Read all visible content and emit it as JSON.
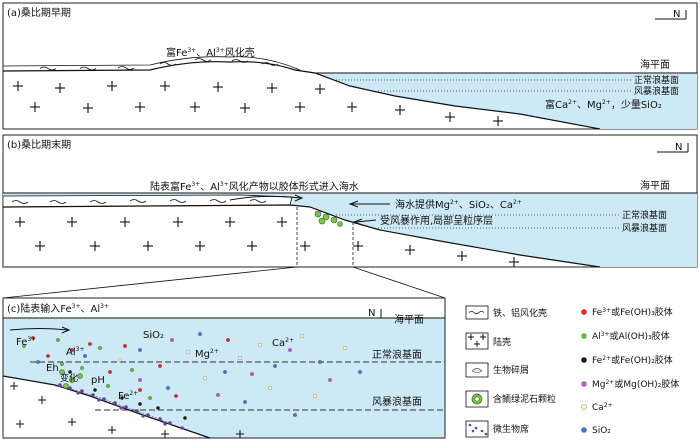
{
  "panel_a": {
    "title": "(a)桑比期早期",
    "north": "N",
    "weathering_crust": {
      "prefix": "富Fe",
      "sup1": "3+",
      "mid": "、Al",
      "sup2": "3+",
      "suffix": "风化壳"
    },
    "sea_level": "海平面",
    "normal_wave_base": "正常浪基面",
    "storm_wave_base": "风暴浪基面",
    "ions": {
      "p1": "富Ca",
      "s1": "2+",
      "p2": "、Mg",
      "s2": "2+",
      "p3": "，少量SiO₂"
    }
  },
  "panel_b": {
    "title": "(b)桑比期末期",
    "north": "N",
    "colloid_input": {
      "p1": "陆表富Fe",
      "s1": "3+",
      "p2": "、Al",
      "s2": "3+",
      "p3": "风化产物以胶体形式进入海水"
    },
    "sea_supply": {
      "p1": "海水提供Mg",
      "s1": "2+",
      "p2": "、SiO₂、Ca",
      "s2": "2+"
    },
    "storm_note": "受风暴作用,局部呈粒序层",
    "sea_level": "海平面",
    "normal_wave_base": "正常浪基面",
    "storm_wave_base": "风暴浪基面"
  },
  "panel_c": {
    "title": {
      "p1": "(c)陆表输入Fe",
      "s1": "3+",
      "p2": "、Al",
      "s2": "3+"
    },
    "north": "N",
    "sea_level": "海平面",
    "normal_wave_base": "正常浪基面",
    "storm_wave_base": "风暴浪基面",
    "fe": {
      "base": "Fe",
      "sup": "3+"
    },
    "al": {
      "base": "Al",
      "sup": "3+"
    },
    "sio2": "SiO₂",
    "mg": {
      "base": "Mg",
      "sup": "2+"
    },
    "ca": {
      "base": "Ca",
      "sup": "2+"
    },
    "eh": "Eh",
    "eh_changes": "变化",
    "ph": "pH",
    "fe2": {
      "base": "Fe",
      "sup": "2+"
    }
  },
  "legend": {
    "weathering": "铁、铝风化壳",
    "crust": "陆壳",
    "bio_debris": "生物碎屑",
    "ooid": "含鲕绿泥石颗粒",
    "microbial_mat": "微生物席",
    "fe3": {
      "p1": "Fe",
      "s1": "3+",
      "p2": "或Fe(OH)₃胶体"
    },
    "al3": {
      "p1": "Al",
      "s1": "3+",
      "p2": "或Al(OH)₃胶体"
    },
    "fe2": {
      "p1": "Fe",
      "s1": "2+",
      "p2": "或Fe(OH)₂胶体"
    },
    "mg2": {
      "p1": "Mg",
      "s1": "2+",
      "p2": "或Mg(OH)₂胶体"
    },
    "ca2": {
      "p1": "Ca",
      "s1": "2+"
    },
    "sio2": "SiO₂"
  },
  "colors": {
    "sea": "#cde9f6",
    "fe3_dot": "#e02a2a",
    "al3_dot": "#62b83a",
    "fe2_dot": "#1c1c1c",
    "mg2_dot": "#b35cc8",
    "ca2_dot": "#fff6c8",
    "sio2_dot": "#4a74c8",
    "mat": "#6a3f9a"
  }
}
